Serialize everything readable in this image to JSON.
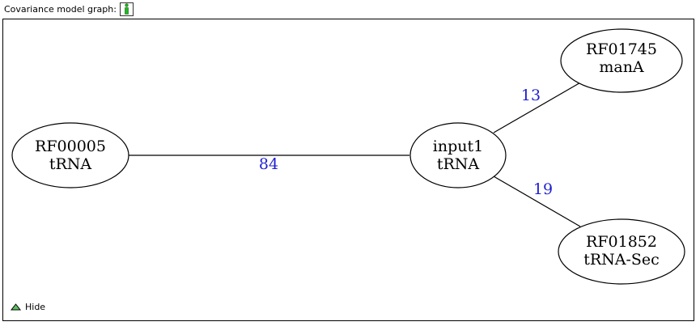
{
  "header": {
    "label": "Covariance model graph:",
    "info_button_icon": "green-info-person-icon"
  },
  "graph": {
    "nodes": [
      {
        "id": "rf00005",
        "line1": "RF00005",
        "line2": "tRNA"
      },
      {
        "id": "input1",
        "line1": "input1",
        "line2": "tRNA"
      },
      {
        "id": "rf01745",
        "line1": "RF01745",
        "line2": "manA"
      },
      {
        "id": "rf01852",
        "line1": "RF01852",
        "line2": "tRNA-Sec"
      }
    ],
    "edges": [
      {
        "from": "rf00005",
        "to": "input1",
        "label": "84"
      },
      {
        "from": "input1",
        "to": "rf01745",
        "label": "13"
      },
      {
        "from": "input1",
        "to": "rf01852",
        "label": "19"
      }
    ],
    "edge_label_color": "#1f1fd0"
  },
  "footer": {
    "hide_label": "Hide",
    "hide_icon": "triangle-up-icon"
  }
}
